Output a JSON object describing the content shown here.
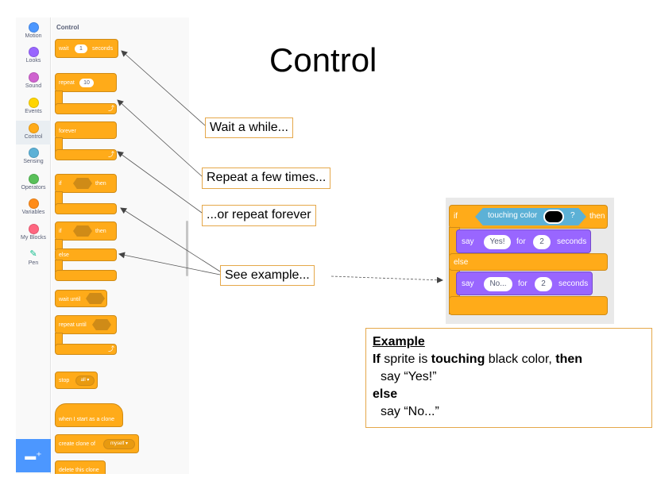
{
  "slide": {
    "title": "Control"
  },
  "categories": [
    {
      "label": "Motion",
      "color": "#4c97ff"
    },
    {
      "label": "Looks",
      "color": "#9966ff"
    },
    {
      "label": "Sound",
      "color": "#cf63cf"
    },
    {
      "label": "Events",
      "color": "#ffd500"
    },
    {
      "label": "Control",
      "color": "#ffab19"
    },
    {
      "label": "Sensing",
      "color": "#5cb1d6"
    },
    {
      "label": "Operators",
      "color": "#59c059"
    },
    {
      "label": "Variables",
      "color": "#ff8c1a"
    },
    {
      "label": "My Blocks",
      "color": "#ff6680"
    },
    {
      "label": "Pen",
      "color": "#0fbd8c"
    }
  ],
  "selected_category": "Control",
  "palette": {
    "heading": "Control",
    "wait": {
      "label": "wait",
      "value": "1",
      "unit": "seconds"
    },
    "repeat": {
      "label": "repeat",
      "value": "10"
    },
    "forever": {
      "label": "forever"
    },
    "if_then": {
      "if": "if",
      "then": "then"
    },
    "if_else": {
      "if": "if",
      "then": "then",
      "else": "else"
    },
    "wait_until": {
      "label": "wait until"
    },
    "repeat_until": {
      "label": "repeat until"
    },
    "stop": {
      "label": "stop",
      "option": "all ▾"
    },
    "when_clone": {
      "label": "when I start as a clone"
    },
    "create_clone": {
      "label": "create clone of",
      "option": "myself ▾"
    },
    "delete_clone": {
      "label": "delete this clone"
    }
  },
  "callouts": {
    "wait": "Wait a while...",
    "repeat": "Repeat a few times...",
    "forever": "...or repeat forever",
    "example": "See example..."
  },
  "example_script": {
    "if": "if",
    "condition": "touching color",
    "question": "?",
    "then": "then",
    "say": "say",
    "yes": "Yes!",
    "for": "for",
    "secs_value_1": "2",
    "seconds": "seconds",
    "else": "else",
    "no": "No...",
    "secs_value_2": "2",
    "touch_color": "#000000"
  },
  "example_box": {
    "heading": "Example",
    "line1_if": "If",
    "line1_mid": " sprite is ",
    "line1_touching": "touching",
    "line1_rest": " black color, ",
    "line1_then": "then",
    "line2": "say “Yes!”",
    "line3": "else",
    "line4": "say “No...”"
  },
  "colors": {
    "control": "#ffab19",
    "looks": "#9966ff",
    "sensing": "#5cb1d6",
    "callout_border": "#e5a84a"
  }
}
